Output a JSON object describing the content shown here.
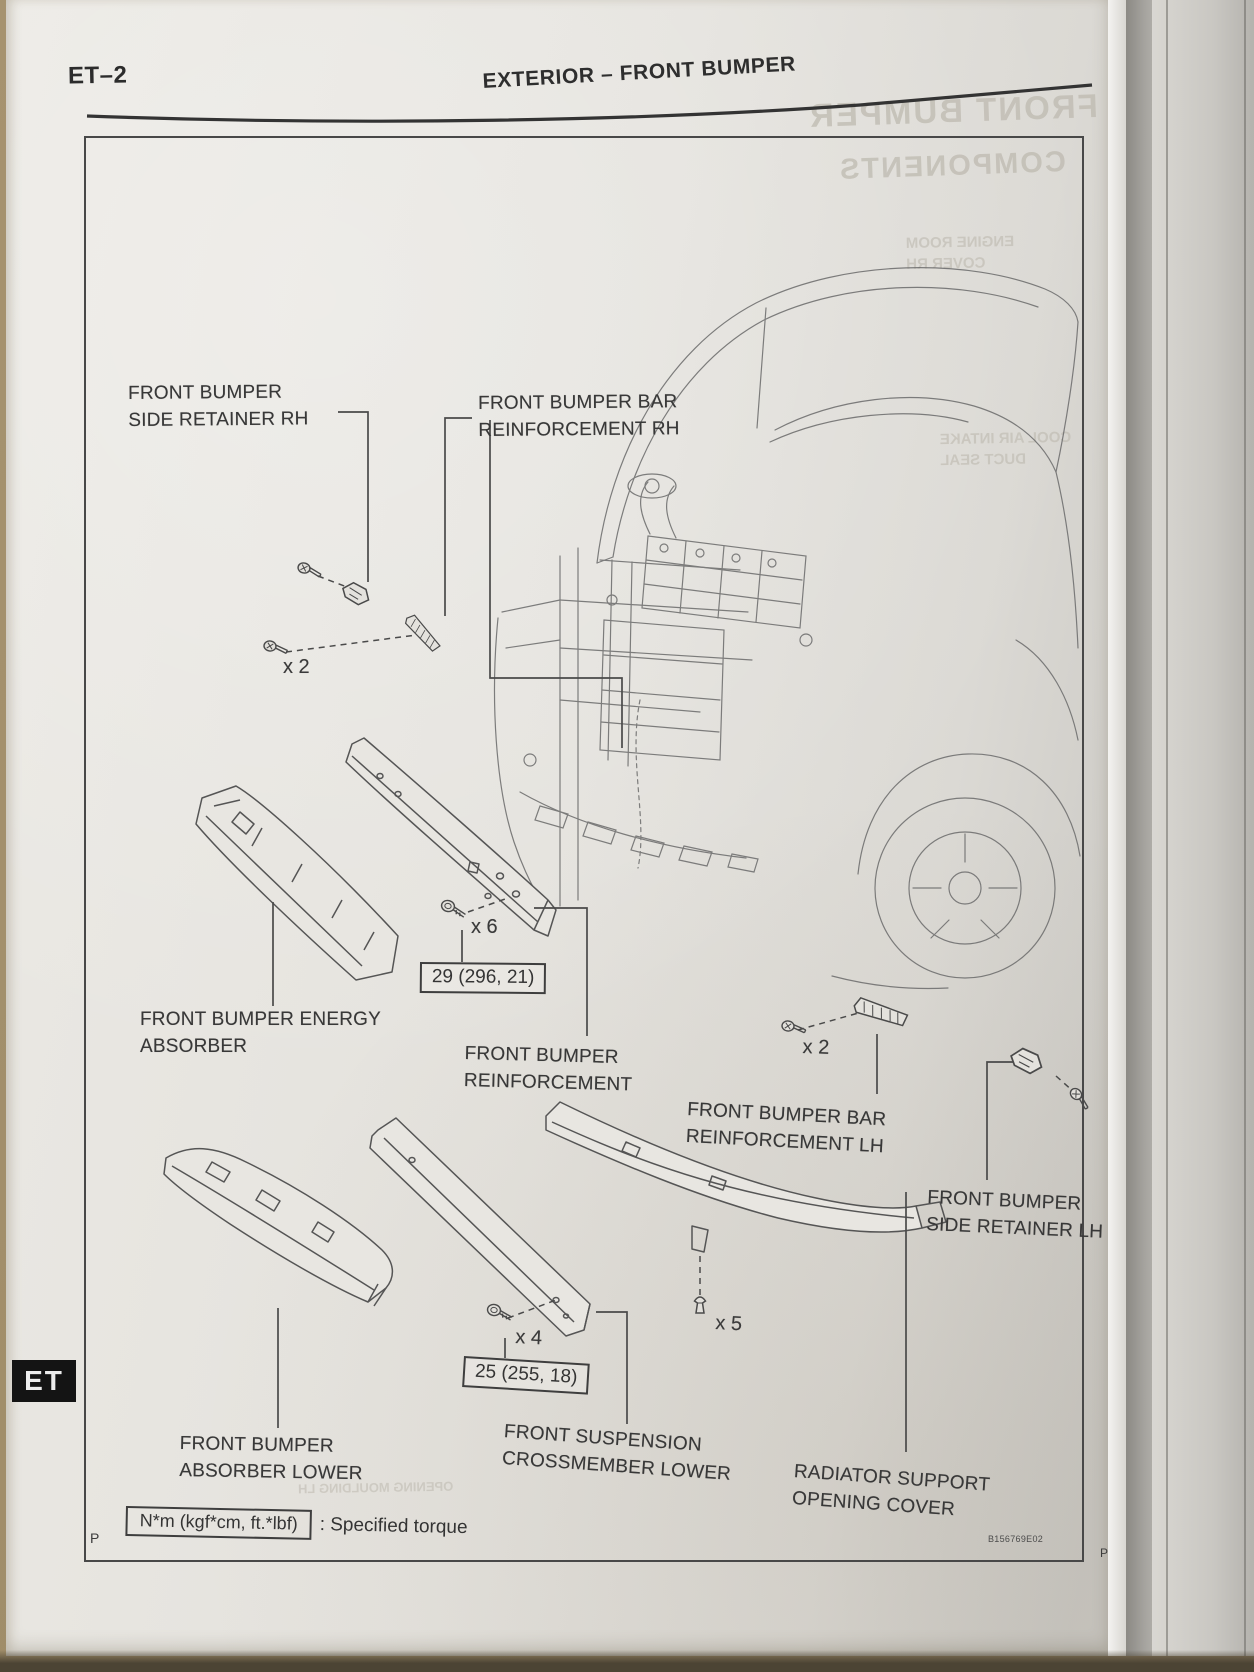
{
  "page": {
    "code": "ET–2",
    "section_title": "EXTERIOR  –  FRONT BUMPER",
    "side_tab": "ET",
    "page_marker": "P",
    "adjacent_page_marker": "P",
    "figure_number": "B156769E02"
  },
  "labels": {
    "side_retainer_rh": {
      "line1": "FRONT BUMPER",
      "line2": "SIDE RETAINER RH"
    },
    "bar_reinforcement_rh": {
      "line1": "FRONT BUMPER BAR",
      "line2": "REINFORCEMENT RH"
    },
    "energy_absorber": {
      "line1": "FRONT BUMPER ENERGY",
      "line2": "ABSORBER"
    },
    "reinforcement": {
      "line1": "FRONT BUMPER",
      "line2": "REINFORCEMENT"
    },
    "bar_reinforcement_lh": {
      "line1": "FRONT BUMPER BAR",
      "line2": "REINFORCEMENT LH"
    },
    "side_retainer_lh": {
      "line1": "FRONT BUMPER",
      "line2": "SIDE RETAINER LH"
    },
    "absorber_lower": {
      "line1": "FRONT BUMPER",
      "line2": "ABSORBER LOWER"
    },
    "crossmember_lower": {
      "line1": "FRONT SUSPENSION",
      "line2": "CROSSMEMBER LOWER"
    },
    "radiator_cover": {
      "line1": "RADIATOR SUPPORT",
      "line2": "OPENING COVER"
    }
  },
  "quantities": {
    "retainer_rh_clips": "x 2",
    "reinforcement_bolts": "x 6",
    "retainer_lh_clips": "x 2",
    "crossmember_bolts": "x 4",
    "radiator_cover_clips": "x 5"
  },
  "torque_specs": {
    "reinforcement": "29 (296, 21)",
    "crossmember": "25 (255, 18)"
  },
  "legend": {
    "torque_box": "N*m (kgf*cm, ft.*lbf)",
    "torque_label": ": Specified torque"
  },
  "bleedthrough": {
    "title": "FRONT BUMPER",
    "subtitle": "COMPONENTS",
    "item1_line1": "ENGINE ROOM",
    "item1_line2": "COVER RH",
    "item2_line1": "COOL AIR INTAKE",
    "item2_line2": "DUCT SEAL",
    "item3": "OPENING MOULDING LH"
  },
  "colors": {
    "paper": "#e7e5e0",
    "ink": "#3b3b3b",
    "diagram_line": "#5a5a5a",
    "tab_bg": "#141414",
    "tab_text": "#ececec",
    "photo_background": "#a08d6b"
  }
}
